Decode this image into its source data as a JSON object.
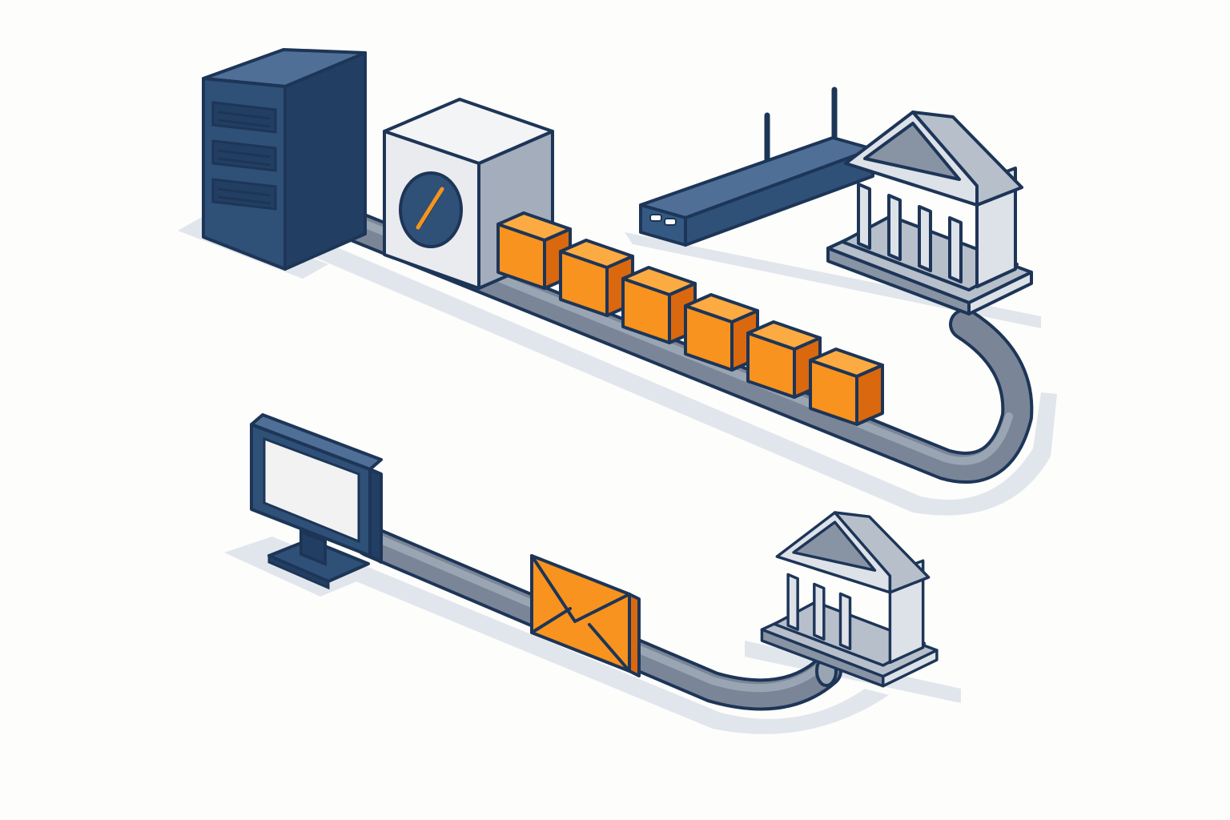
{
  "colors": {
    "background": "#fdfdfb",
    "outline": "#1d3557",
    "server_front": "#2f5077",
    "server_side": "#223f63",
    "server_top": "#4f6f96",
    "pipe": "#7a8597",
    "pipe_top": "#9aa5b4",
    "shadow": "#e1e6ed",
    "gauge_box_front": "#e9ebef",
    "gauge_box_side": "#a3adbb",
    "packet_front": "#f7931e",
    "packet_side": "#d9680f",
    "packet_top": "#fbab42",
    "bank_light": "#dde1e8",
    "bank_mid": "#b7bfcb",
    "bank_dark": "#8893a4",
    "screen": "#f2f2f2",
    "router": "#345a84",
    "envelope": "#f7931e"
  },
  "icons": {
    "server": "server-rack-icon",
    "gauge": "gauge-box-icon",
    "packets": "data-packet-cube-icon",
    "router": "router-icon",
    "bank_top": "bank-building-icon",
    "monitor": "monitor-icon",
    "envelope": "envelope-icon",
    "bank_bottom": "bank-building-icon"
  },
  "diagram": {
    "upper_flow": {
      "nodes": [
        "server-rack",
        "gauge-box",
        "router",
        "bank-building"
      ],
      "packet_count": 6
    },
    "lower_flow": {
      "nodes": [
        "monitor",
        "envelope",
        "bank-building"
      ],
      "packet_count": 1
    }
  }
}
